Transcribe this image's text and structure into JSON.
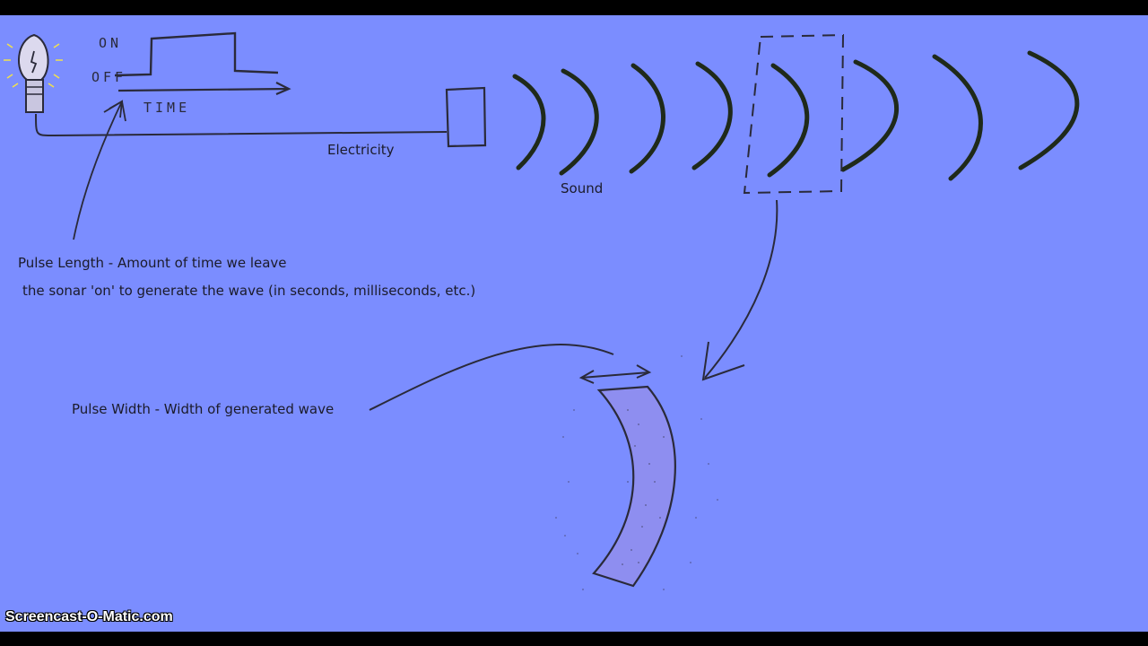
{
  "labels": {
    "on": "ON",
    "off": "OFF",
    "time": "TIME",
    "electricity": "Electricity",
    "sound": "Sound",
    "pulse_length_line1": "Pulse Length - Amount of time we leave",
    "pulse_length_line2": "the sonar 'on' to generate the wave (in seconds, milliseconds, etc.)",
    "pulse_width": "Pulse Width - Width of generated wave"
  },
  "watermark": "Screencast-O-Matic.com",
  "icons": {
    "bulb": "light-bulb-icon",
    "transducer": "transducer-box"
  },
  "colors": {
    "background": "#7b8dff",
    "ink": "#2a2a3a",
    "wave_ink": "#1f2a1a",
    "bulb_glow": "#f2e24a"
  }
}
